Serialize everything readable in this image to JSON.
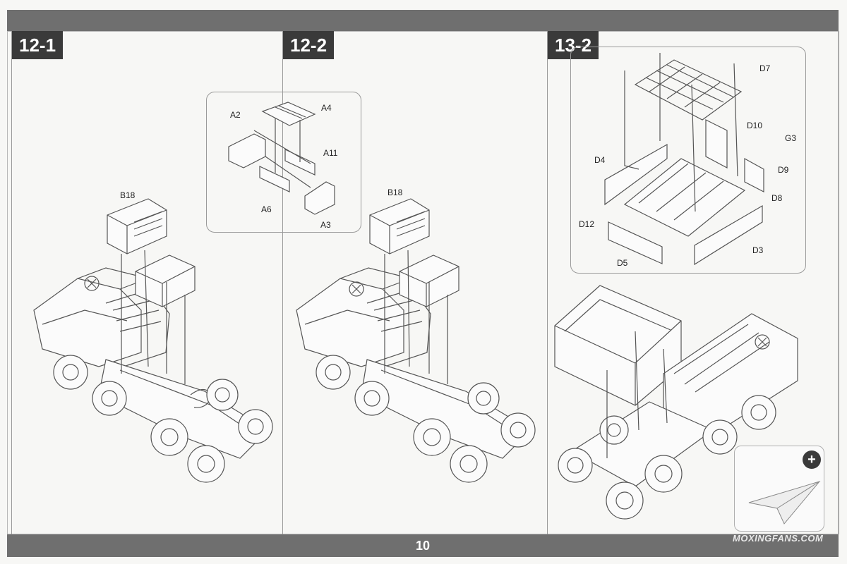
{
  "page": {
    "number": "10"
  },
  "steps": [
    {
      "id": "12-1",
      "parts": {
        "b18": "B18"
      }
    },
    {
      "id": "12-2",
      "parts": {
        "b18": "B18"
      },
      "callout_parts": {
        "a2": "A2",
        "a4": "A4",
        "a11": "A11",
        "a6": "A6",
        "a3": "A3"
      }
    },
    {
      "id": "13-2",
      "callout_parts": {
        "d7": "D7",
        "d10": "D10",
        "g3": "G3",
        "d4": "D4",
        "d9": "D9",
        "d8": "D8",
        "d12": "D12",
        "d5": "D5",
        "d3": "D3"
      }
    }
  ],
  "watermark": "MOXINGFANS.COM",
  "icons": {
    "zoom": "magnify-plus-icon",
    "logo": "paper-plane-icon"
  },
  "colors": {
    "bar": "#6f6f6f",
    "step_bg": "#3a3a3a",
    "line": "#555555"
  }
}
